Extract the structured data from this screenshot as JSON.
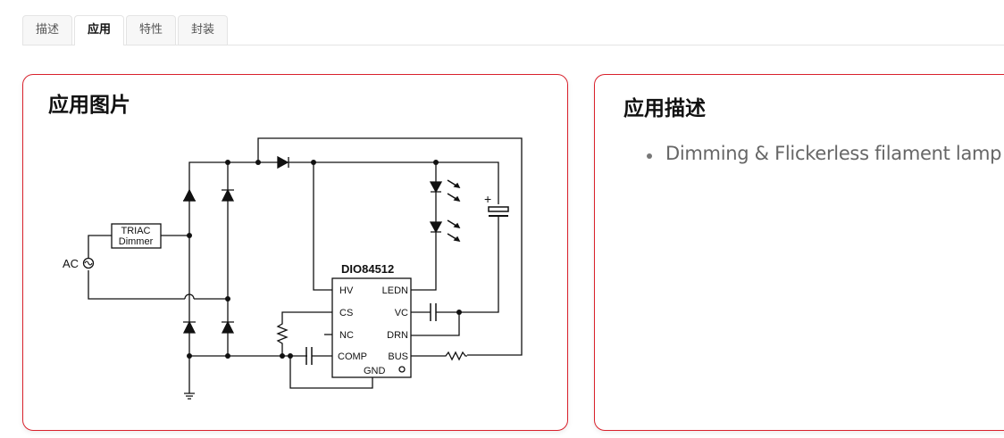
{
  "tabs": [
    {
      "label": "描述",
      "active": false
    },
    {
      "label": "应用",
      "active": true
    },
    {
      "label": "特性",
      "active": false
    },
    {
      "label": "封装",
      "active": false
    }
  ],
  "application_image": {
    "title": "应用图片",
    "schematic": {
      "chip_name": "DIO84512",
      "left_pins": [
        "HV",
        "CS",
        "NC",
        "COMP"
      ],
      "right_pins": [
        "LEDN",
        "VC",
        "DRN",
        "BUS"
      ],
      "bottom_pin": "GND",
      "triac_line1": "TRIAC",
      "triac_line2": "Dimmer",
      "ac_label": "AC",
      "cap_polarity": "+"
    }
  },
  "application_description": {
    "title": "应用描述",
    "items": [
      "Dimming & Flickerless filament lamp"
    ]
  },
  "colors": {
    "accent_border": "#d9212c"
  }
}
